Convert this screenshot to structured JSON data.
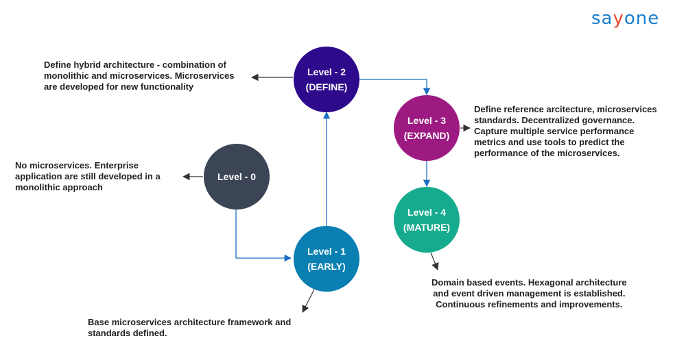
{
  "logo": {
    "prefix": "sa",
    "accent": "y",
    "suffix": "one"
  },
  "levels": [
    {
      "title": "Level - 0",
      "subtitle": "",
      "color": "#3b4556",
      "description": [
        "No microservices. Enterprise",
        "application are still developed in a",
        "monolithic approach"
      ]
    },
    {
      "title": "Level - 1",
      "subtitle": "(EARLY)",
      "color": "#0a7fb2",
      "description": [
        "Base microservices architecture framework and",
        "standards defined."
      ]
    },
    {
      "title": "Level - 2",
      "subtitle": "(DEFINE)",
      "color": "#2d0a8c",
      "description": [
        "Define hybrid architecture - combination of",
        "monolithic and microservices. Microservices",
        "are developed for new functionality"
      ]
    },
    {
      "title": "Level - 3",
      "subtitle": "(EXPAND)",
      "color": "#9c1a82",
      "description": [
        "Define reference arcitecture, microservices",
        "standards. Decentralized governance.",
        "Capture multiple service performance",
        "metrics and use tools to predict the",
        "performance of the microservices."
      ]
    },
    {
      "title": "Level - 4",
      "subtitle": "(MATURE)",
      "color": "#16ab8e",
      "description": [
        "Domain based events. Hexagonal architecture",
        "and event driven management is established.",
        "Continuous refinements and improvements."
      ]
    }
  ],
  "colors": {
    "flow_line": "#1b6fc2",
    "pointer": "#333333",
    "text": "#222222"
  }
}
